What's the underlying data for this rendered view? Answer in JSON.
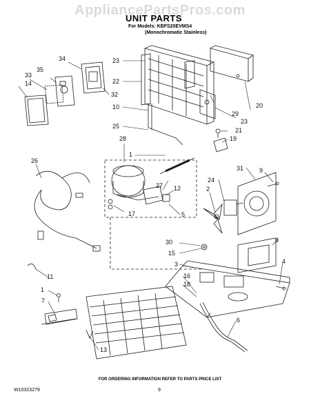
{
  "watermark": "AppliancePartsPros.com",
  "header": {
    "title": "UNIT PARTS",
    "models_line": "For Models: KBFS20EVMS4",
    "finish_line": "(Monochromatic Stainless)"
  },
  "footer": {
    "ordering_note": "FOR ORDERING INFORMATION REFER TO PARTS PRICE LIST",
    "doc_number": "W10323279",
    "page_number": "9"
  },
  "callouts": {
    "c1": "1",
    "c2": "2",
    "c3": "3",
    "c4": "4",
    "c5": "5",
    "c6": "6",
    "c7": "7",
    "c8": "8",
    "c9": "9",
    "c10": "10",
    "c11": "11",
    "c12": "12",
    "c13": "13",
    "c14": "14",
    "c15": "15",
    "c16": "16",
    "c17": "17",
    "c18": "18",
    "c19": "19",
    "c20": "20",
    "c21": "21",
    "c22": "22",
    "c23a": "23",
    "c23b": "23",
    "c24": "24",
    "c25": "25",
    "c26": "26",
    "c27": "27",
    "c28": "28",
    "c29": "29",
    "c30": "30",
    "c31": "31",
    "c32": "32",
    "c33": "33",
    "c34": "34",
    "c35": "35",
    "c1b": "1"
  },
  "colors": {
    "line": "#1a1a1a",
    "watermark": "#dadada"
  }
}
